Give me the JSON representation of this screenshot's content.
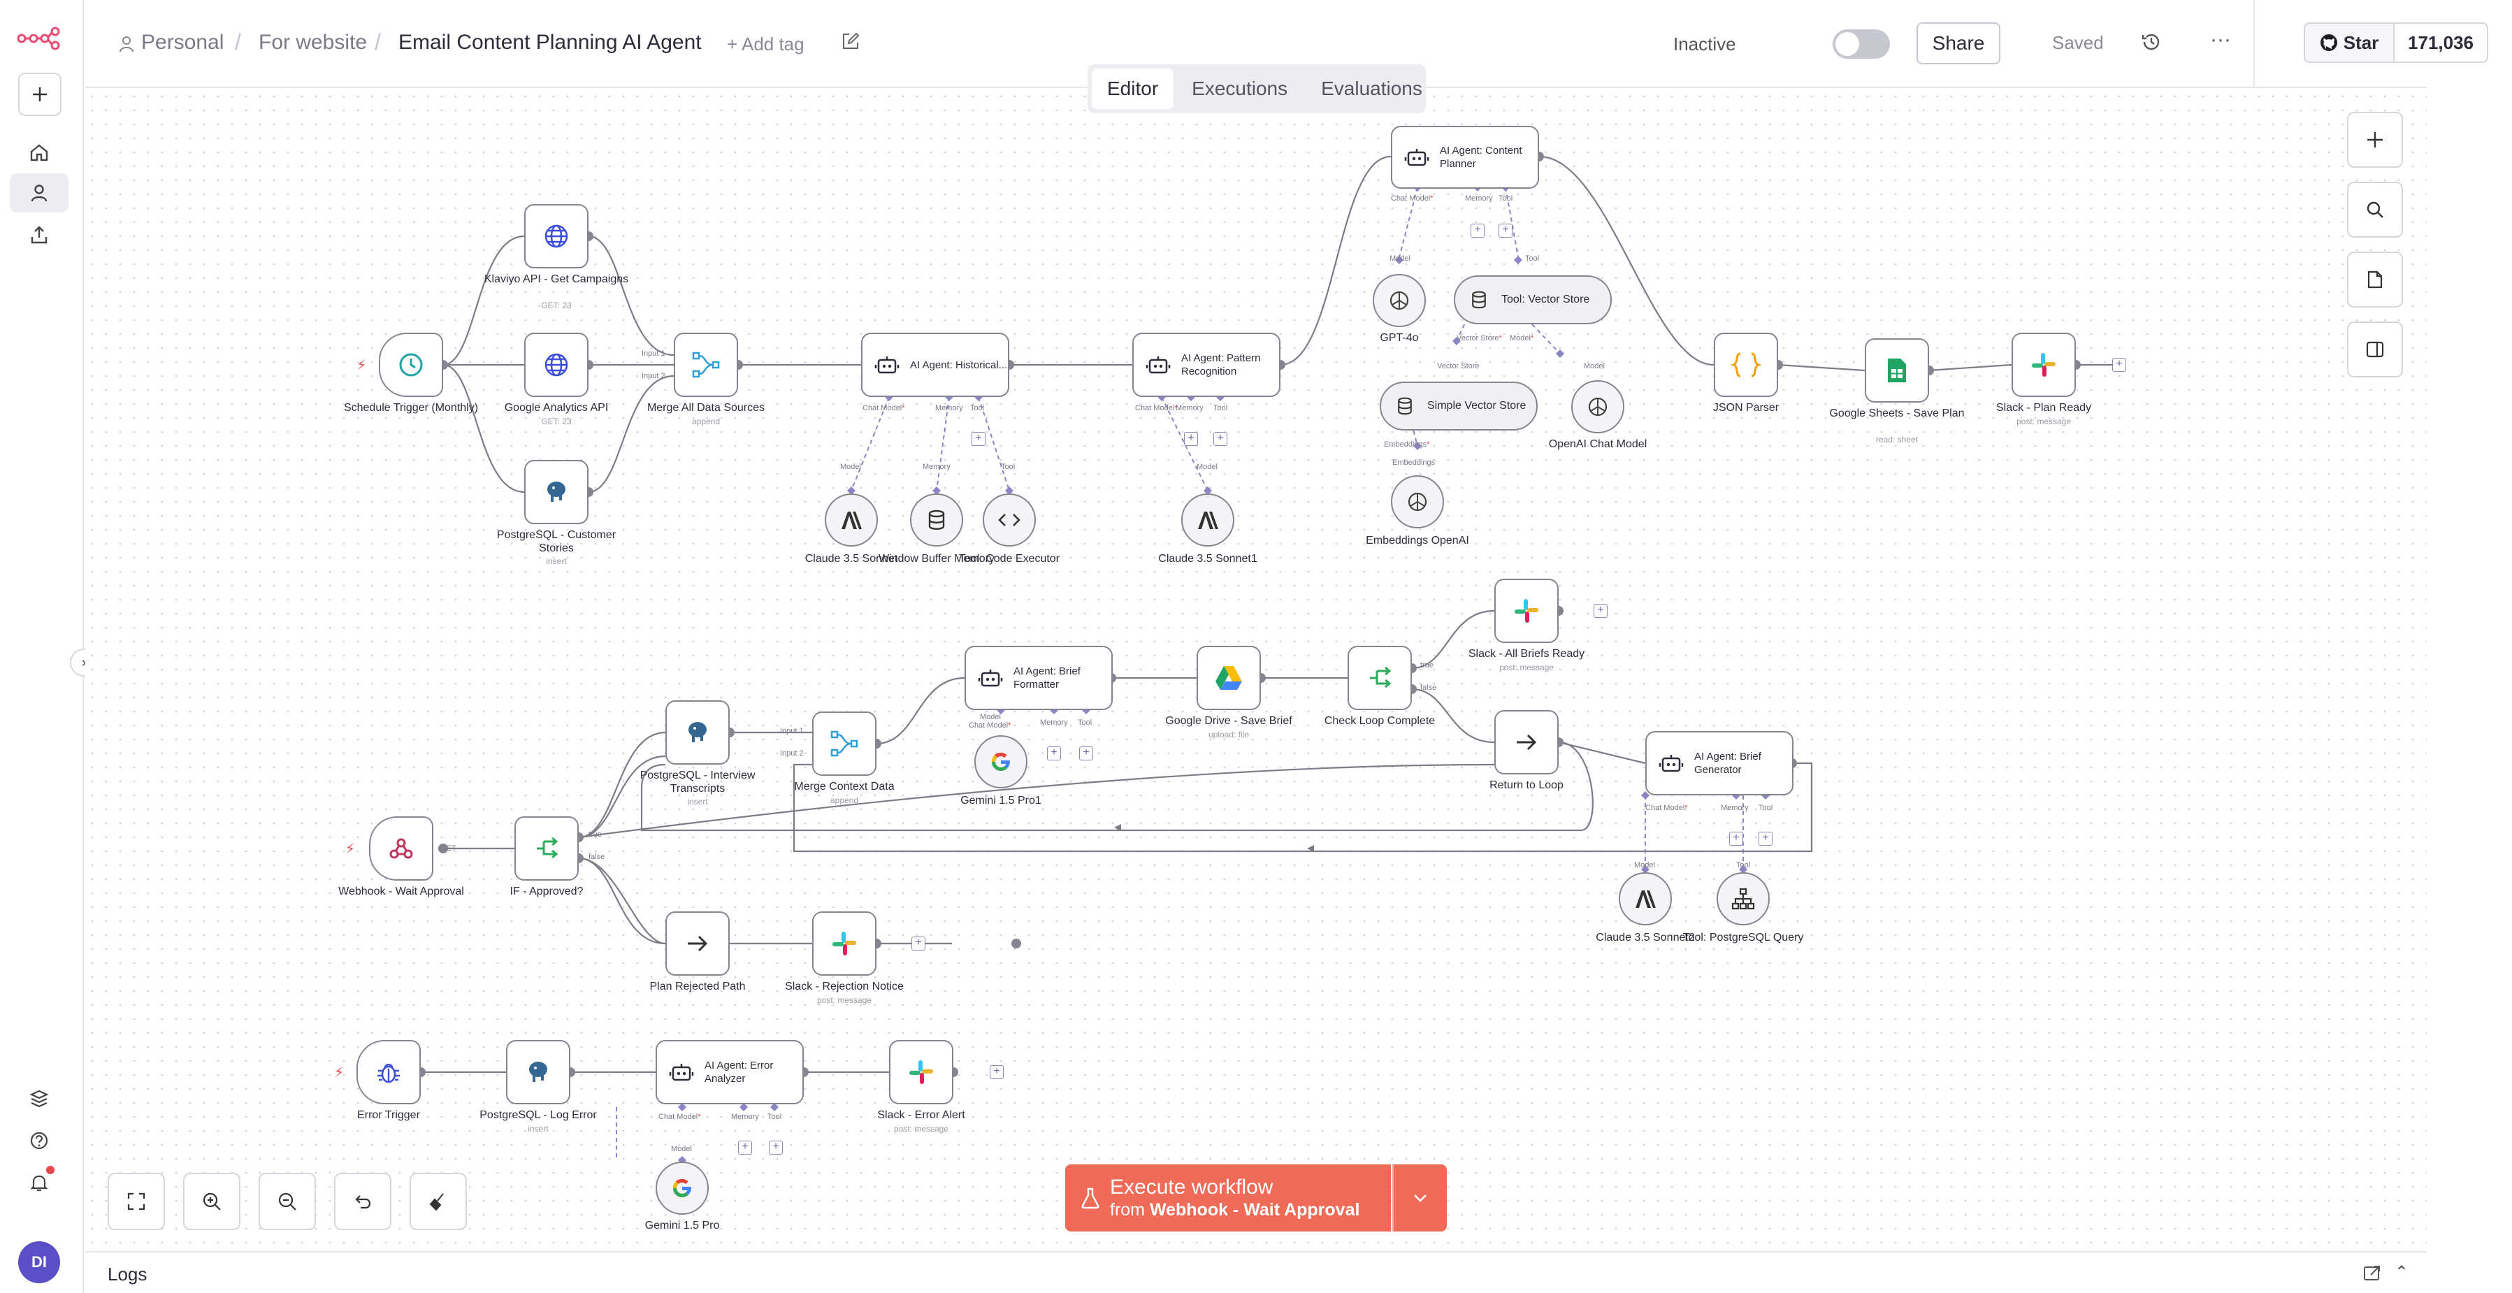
{
  "breadcrumb": {
    "project": "Personal",
    "folder": "For website",
    "workflow": "Email Content Planning AI Agent",
    "add_tag": "+ Add tag"
  },
  "header": {
    "status_label": "Inactive",
    "active": false,
    "share_label": "Share",
    "saved_label": "Saved",
    "github_star_label": "Star",
    "github_star_count": "171,036"
  },
  "tabs": [
    {
      "label": "Editor",
      "active": true
    },
    {
      "label": "Executions",
      "active": false
    },
    {
      "label": "Evaluations",
      "active": false
    }
  ],
  "user": {
    "initials": "DI"
  },
  "nodes": {
    "schedule": {
      "label": "Schedule Trigger (Monthly)"
    },
    "klaviyo": {
      "label": "Klaviyo API - Get Campaigns",
      "sub": "GET: 23"
    },
    "ga": {
      "label": "Google Analytics API",
      "sub": "GET: 23"
    },
    "pg_stories": {
      "label": "PostgreSQL - Customer Stories",
      "sub": "insert"
    },
    "merge_all": {
      "label": "Merge All Data Sources",
      "sub": "append",
      "in1": "Input 1",
      "in2": "Input 2"
    },
    "hist_agent": {
      "title": "AI Agent: Historical..."
    },
    "pattern_agent": {
      "title": "AI Agent: Pattern Recognition"
    },
    "planner_agent": {
      "title": "AI Agent: Content Planner"
    },
    "claude1": {
      "label": "Claude 3.5 Sonnet"
    },
    "window_mem": {
      "label": "Window Buffer Memory"
    },
    "code_exec": {
      "label": "Tool: Code Executor"
    },
    "claude2": {
      "label": "Claude 3.5 Sonnet1"
    },
    "gpt4o": {
      "label": "GPT-4o"
    },
    "vector_tool": {
      "title": "Tool: Vector Store"
    },
    "simple_vector": {
      "title": "Simple Vector Store"
    },
    "openai_chat": {
      "label": "OpenAI Chat Model"
    },
    "embeddings": {
      "label": "Embeddings OpenAI"
    },
    "json_parser": {
      "label": "JSON Parser"
    },
    "gsheets": {
      "label": "Google Sheets - Save Plan",
      "sub": "read: sheet"
    },
    "slack_plan": {
      "label": "Slack - Plan Ready",
      "sub": "post: message"
    },
    "webhook": {
      "label": "Webhook - Wait Approval",
      "port": "GET"
    },
    "if_approved": {
      "label": "IF - Approved?",
      "t": "true",
      "f": "false"
    },
    "pg_interviews": {
      "label": "PostgreSQL - Interview Transcripts",
      "sub": "insert"
    },
    "merge_ctx": {
      "label": "Merge Context Data",
      "sub": "append",
      "in1": "Input 1",
      "in2": "Input 2"
    },
    "brief_fmt": {
      "title": "AI Agent: Brief Formatter"
    },
    "gemini1": {
      "label": "Gemini 1.5 Pro1"
    },
    "gdrive": {
      "label": "Google Drive - Save Brief",
      "sub": "upload: file"
    },
    "check_loop": {
      "label": "Check Loop Complete",
      "t": "true",
      "f": "false"
    },
    "slack_briefs": {
      "label": "Slack - All Briefs Ready",
      "sub": "post: message"
    },
    "return_loop": {
      "label": "Return to Loop"
    },
    "brief_gen": {
      "title": "AI Agent: Brief Generator"
    },
    "claude3": {
      "label": "Claude 3.5 Sonnet2"
    },
    "pg_tool": {
      "label": "Tool: PostgreSQL Query"
    },
    "plan_rejected": {
      "label": "Plan Rejected Path"
    },
    "slack_reject": {
      "label": "Slack - Rejection Notice",
      "sub": "post: message"
    },
    "error_trigger": {
      "label": "Error Trigger"
    },
    "pg_log": {
      "label": "PostgreSQL - Log Error",
      "sub": "insert"
    },
    "err_agent": {
      "title": "AI Agent: Error Analyzer"
    },
    "gemini2": {
      "label": "Gemini 1.5 Pro"
    },
    "slack_err": {
      "label": "Slack - Error Alert",
      "sub": "post: message"
    }
  },
  "ports": {
    "chat_model": "Chat Model",
    "memory": "Memory",
    "tool": "Tool",
    "model": "Model",
    "vector_store": "Vector Store",
    "embeddings": "Embeddings"
  },
  "execute": {
    "label": "Execute workflow",
    "from_prefix": "from",
    "from_node": "Webhook - Wait Approval"
  },
  "logs": {
    "label": "Logs"
  },
  "colors": {
    "accent": "#ef6a57",
    "port_purple": "#8a86c6",
    "edge": "#7c7c86"
  }
}
